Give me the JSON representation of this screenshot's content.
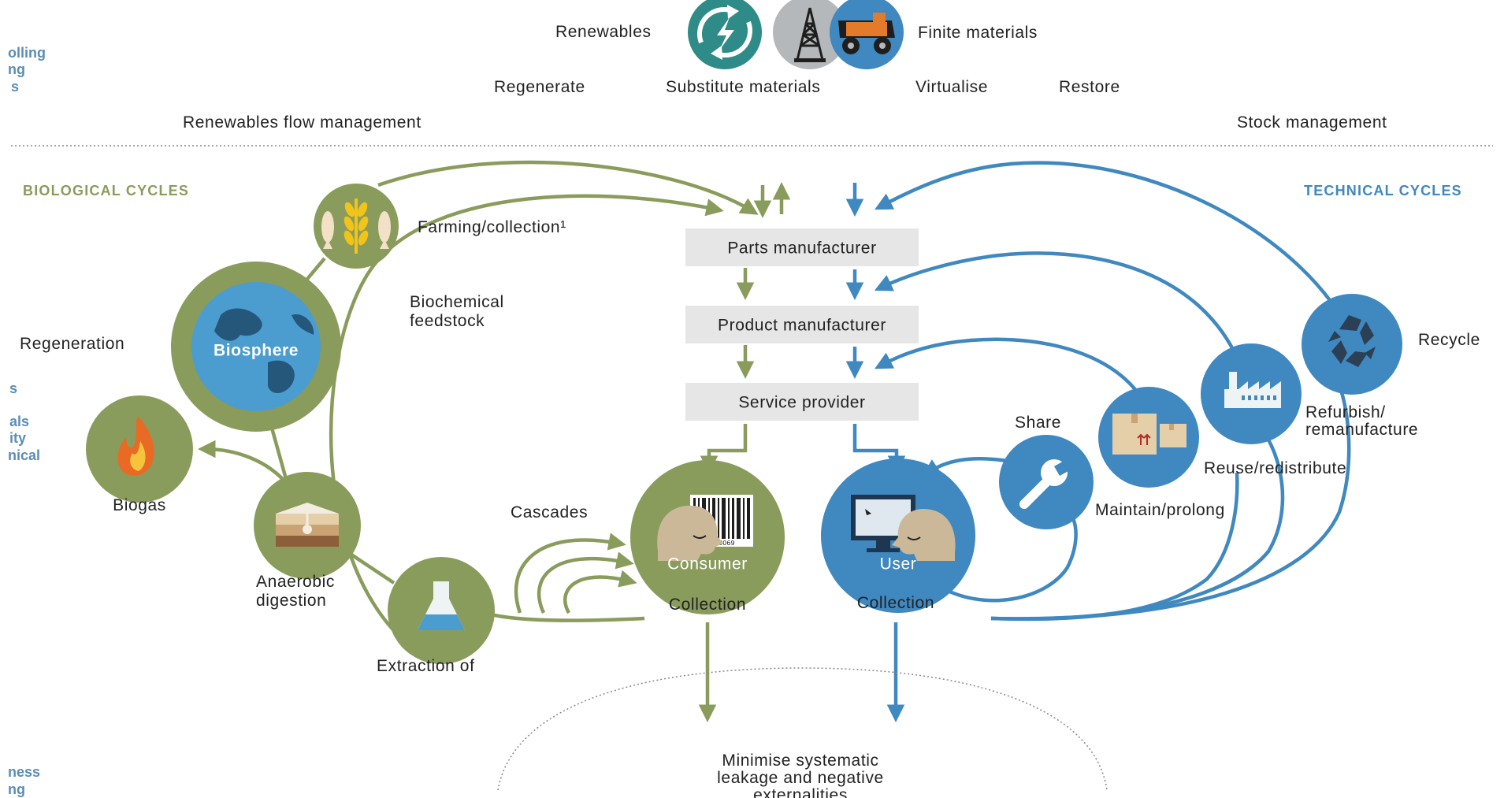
{
  "legend": {
    "renewables": "Renewables",
    "finite_materials": "Finite materials",
    "principles": [
      "Regenerate",
      "Substitute materials",
      "Virtualise",
      "Restore"
    ],
    "renewables_flow": "Renewables flow management",
    "stock_management": "Stock management"
  },
  "left_edge_fragments": [
    "olling",
    "ng",
    "s",
    "s",
    "als",
    "ity",
    "nical",
    "ness",
    "ng"
  ],
  "headings": {
    "biological": "BIOLOGICAL CYCLES",
    "technical": "TECHNICAL CYCLES"
  },
  "biological": {
    "farming": "Farming/collection¹",
    "biochemical_line1": "Biochemical",
    "biochemical_line2": "feedstock",
    "regeneration": "Regeneration",
    "biosphere": "Biosphere",
    "biogas": "Biogas",
    "anaerobic_line1": "Anaerobic",
    "anaerobic_line2": "digestion",
    "extraction": "Extraction of",
    "cascades": "Cascades",
    "consumer": "Consumer",
    "collection": "Collection",
    "barcode_number": "3 00069"
  },
  "value_chain": {
    "parts": "Parts manufacturer",
    "product": "Product manufacturer",
    "service": "Service provider"
  },
  "technical": {
    "user": "User",
    "collection": "Collection",
    "share": "Share",
    "maintain": "Maintain/prolong",
    "reuse": "Reuse/redistribute",
    "refurbish_line1": "Refurbish/",
    "refurbish_line2": "remanufacture",
    "recycle": "Recycle"
  },
  "leakage": {
    "line1": "Minimise systematic",
    "line2": "leakage and negative",
    "line3": "externalities"
  },
  "colors": {
    "bio_green": "#8a9c5c",
    "tech_blue": "#3f88c0",
    "teal": "#2e8b87",
    "grey_box": "#e6e6e6"
  }
}
